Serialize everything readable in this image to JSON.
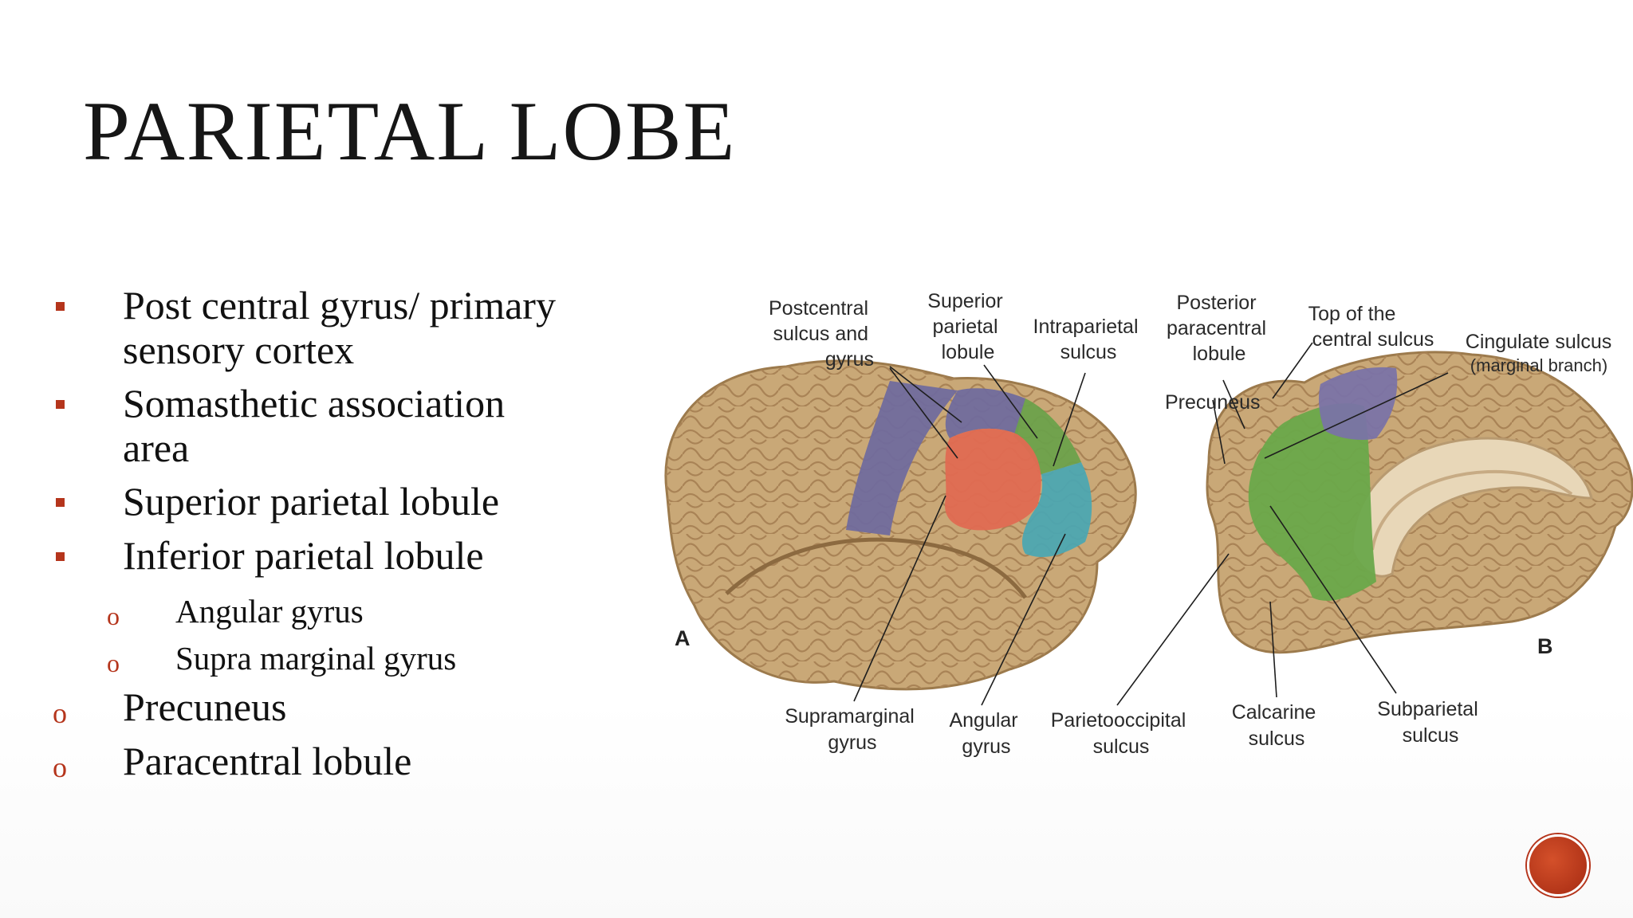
{
  "slide": {
    "title": "PARIETAL LOBE",
    "bullets": [
      {
        "lines": [
          "Post central gyrus/ primary",
          "sensory cortex"
        ],
        "marker": "square",
        "level": 1
      },
      {
        "lines": [
          "Somasthetic association",
          "area"
        ],
        "marker": "square",
        "level": 1
      },
      {
        "lines": [
          "Superior parietal lobule"
        ],
        "marker": "square",
        "level": 1
      },
      {
        "lines": [
          "Inferior parietal lobule"
        ],
        "marker": "square",
        "level": 1
      },
      {
        "lines": [
          "Angular gyrus"
        ],
        "marker": "o",
        "level": 2
      },
      {
        "lines": [
          "Supra marginal gyrus"
        ],
        "marker": "o",
        "level": 2
      },
      {
        "lines": [
          "Precuneus"
        ],
        "marker": "o",
        "level": 1
      },
      {
        "lines": [
          "Paracentral lobule"
        ],
        "marker": "o",
        "level": 1
      }
    ]
  },
  "figure": {
    "panel_a_letter": "A",
    "panel_b_letter": "B",
    "labels": {
      "postcentral": [
        "Postcentral",
        "sulcus and",
        "gyrus"
      ],
      "superior_parietal": [
        "Superior",
        "parietal",
        "lobule"
      ],
      "intraparietal": [
        "Intraparietal",
        "sulcus"
      ],
      "posterior_paracentral": [
        "Posterior",
        "paracentral",
        "lobule"
      ],
      "precuneus": [
        "Precuneus"
      ],
      "top_central": [
        "Top of the",
        "central sulcus"
      ],
      "cingulate": [
        "Cingulate sulcus",
        "(marginal branch)"
      ],
      "supramarginal": [
        "Supramarginal",
        "gyrus"
      ],
      "angular": [
        "Angular",
        "gyrus"
      ],
      "parietooccipital": [
        "Parietooccipital",
        "sulcus"
      ],
      "calcarine": [
        "Calcarine",
        "sulcus"
      ],
      "subparietal": [
        "Subparietal",
        "sulcus"
      ]
    },
    "colors": {
      "brain": "#c9a877",
      "brain_dark": "#9c7a4c",
      "postcentral_purple": "#6f6b9e",
      "supramarginal_red": "#e06a52",
      "superior_green": "#6aa14a",
      "angular_cyan": "#4aa7b3",
      "precuneus_green": "#6aa84a",
      "paracentral_purple": "#7a72a8"
    }
  },
  "accent": "#b5351c"
}
